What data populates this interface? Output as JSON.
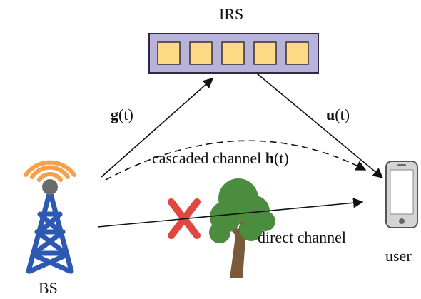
{
  "labels": {
    "irs": "IRS",
    "g_symbol": "g",
    "g_arg": "(t)",
    "u_symbol": "u",
    "u_arg": "(t)",
    "cascaded_text": "cascaded channel ",
    "h_symbol": "h",
    "h_arg": "(t)",
    "direct": "direct channel",
    "user": "user",
    "bs": "BS"
  },
  "colors": {
    "irs_panel": "#b9b2da",
    "irs_border": "#2e2a44",
    "irs_element": "#fcd985",
    "irs_element_border": "#333333",
    "signal_ring": "#f7a04b",
    "tower": "#2d59b2",
    "tower_head": "#6b6b6b",
    "blocked_x": "#e0473e",
    "tree_leaves": "#4c8c3e",
    "tree_trunk": "#7a5a3a",
    "phone_body": "#d4d4d4",
    "phone_screen": "#ffffff",
    "arrow": "#111111"
  },
  "icons": {
    "tower": "cell-tower-icon",
    "phone": "smartphone-icon",
    "blocked": "blocked-x-icon",
    "tree": "tree-icon"
  },
  "irs_element_count": 5
}
